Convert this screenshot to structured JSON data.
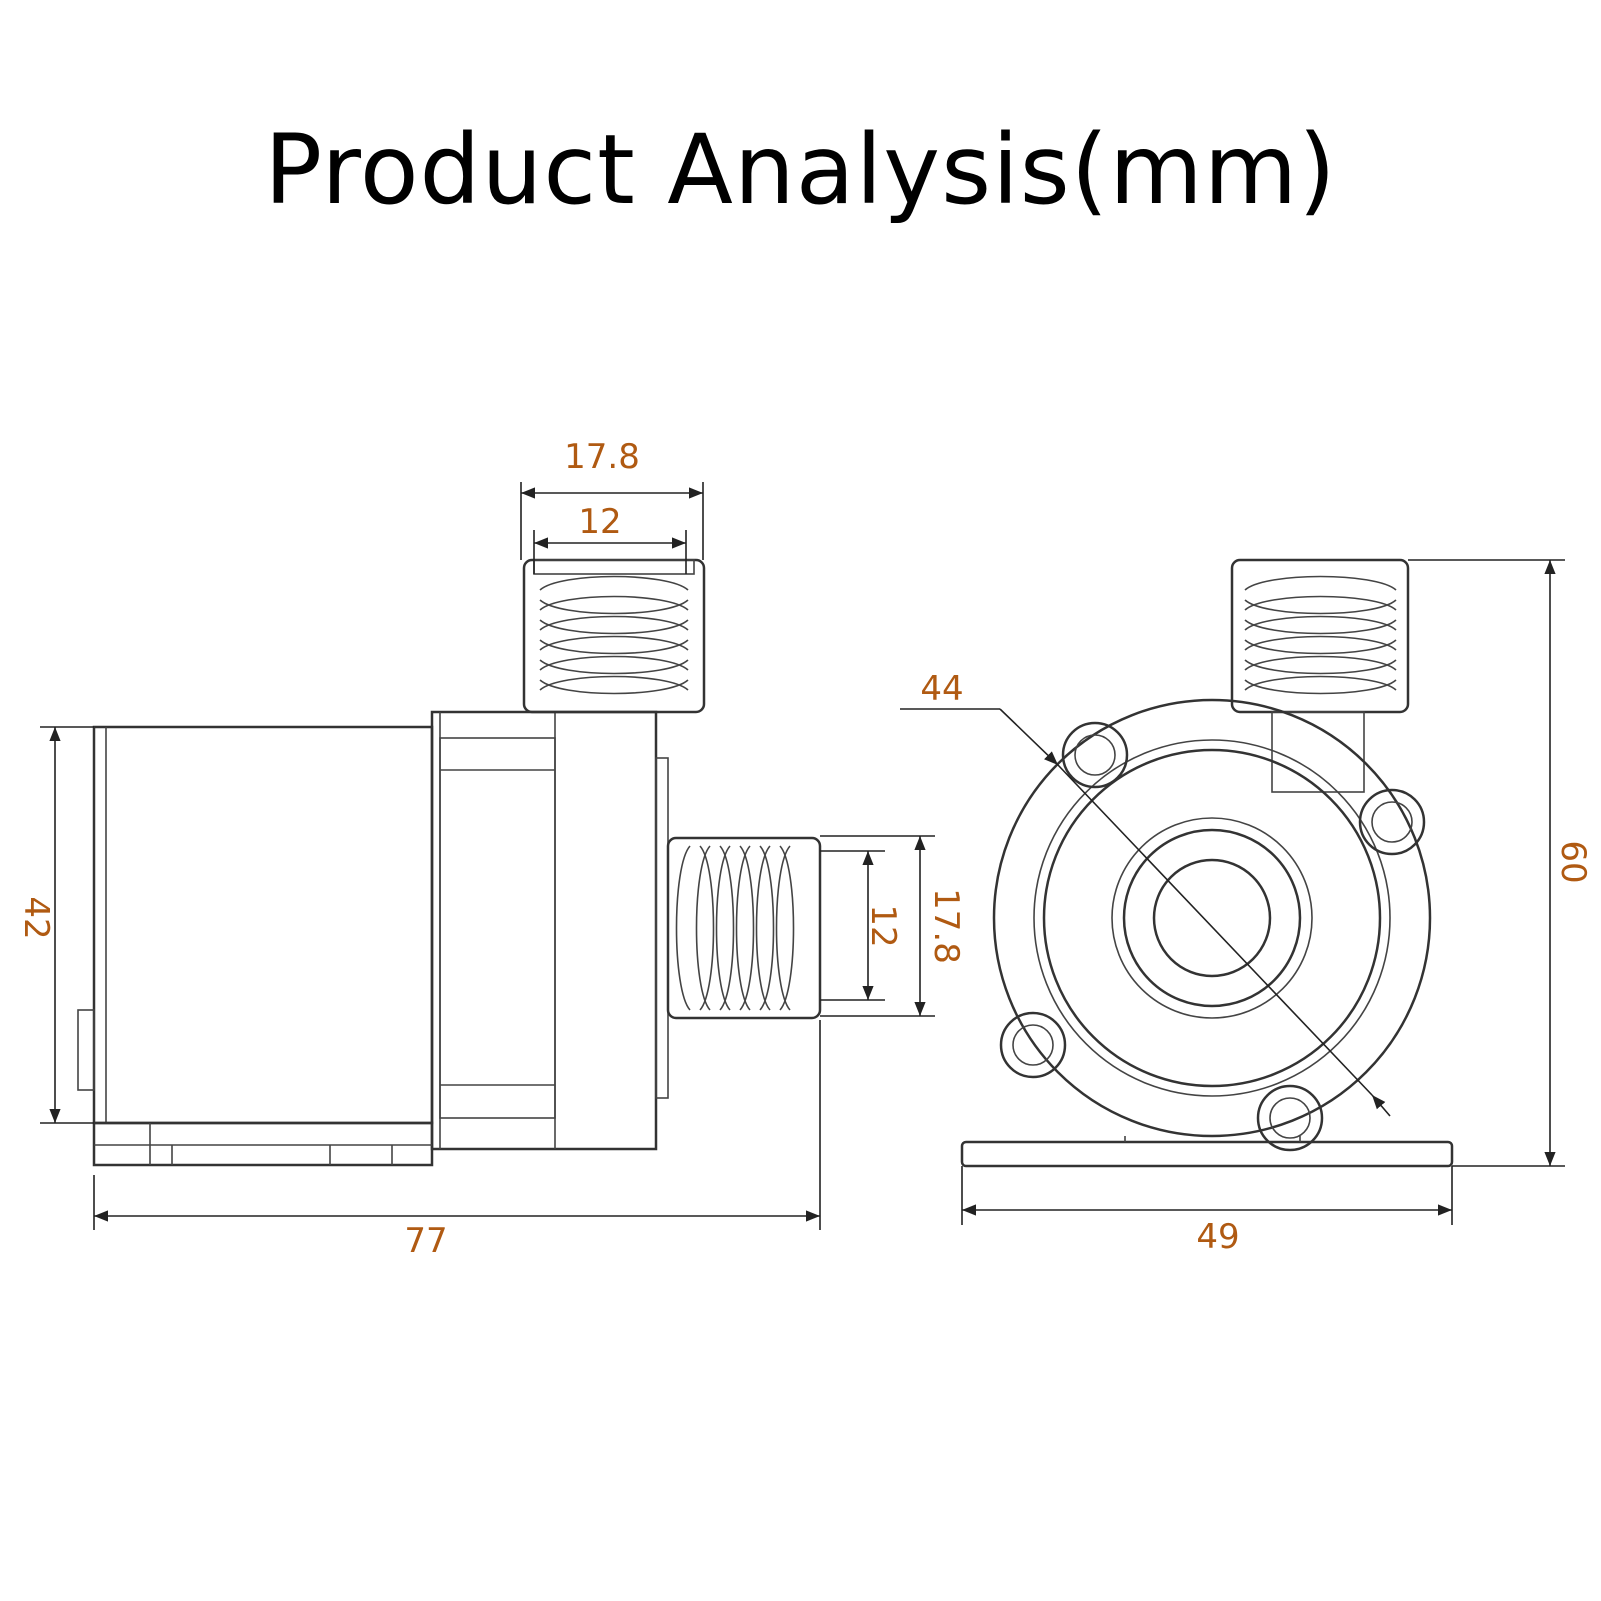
{
  "title": "Product Analysis(mm)",
  "colors": {
    "dimension_text": "#b05a12",
    "line": "#333333",
    "background": "#ffffff"
  },
  "dimensions": {
    "outlet_outer_diameter": "17.8",
    "outlet_inner_diameter": "12",
    "motor_height": "42",
    "inlet_inner_diameter": "12",
    "inlet_outer_diameter": "17.8",
    "total_length": "77",
    "flange_diameter": "44",
    "total_height": "60",
    "base_width": "49"
  }
}
